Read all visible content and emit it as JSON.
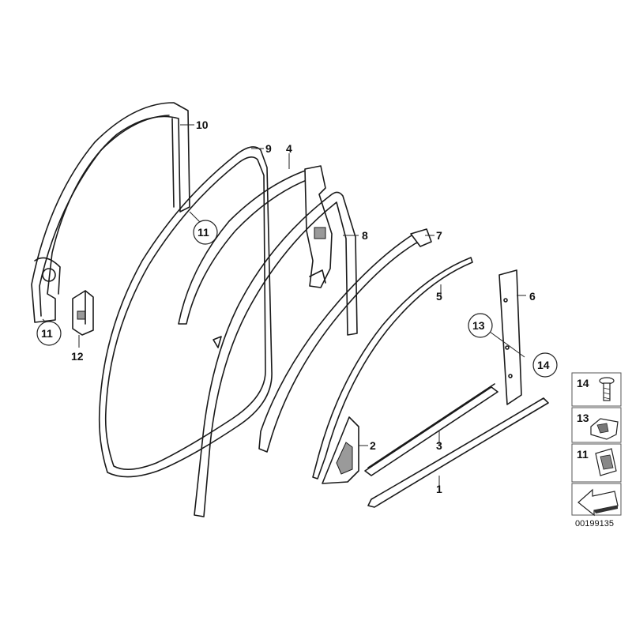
{
  "callouts": {
    "c1": "1",
    "c2": "2",
    "c3": "3",
    "c4": "4",
    "c5": "5",
    "c6": "6",
    "c7": "7",
    "c8": "8",
    "c9": "9",
    "c10": "10",
    "c11a": "11",
    "c11b": "11",
    "c12": "12",
    "c13": "13",
    "c14": "14"
  },
  "legend": {
    "row1": "14",
    "row2": "13",
    "row3": "11"
  },
  "doc_number": "00199135"
}
